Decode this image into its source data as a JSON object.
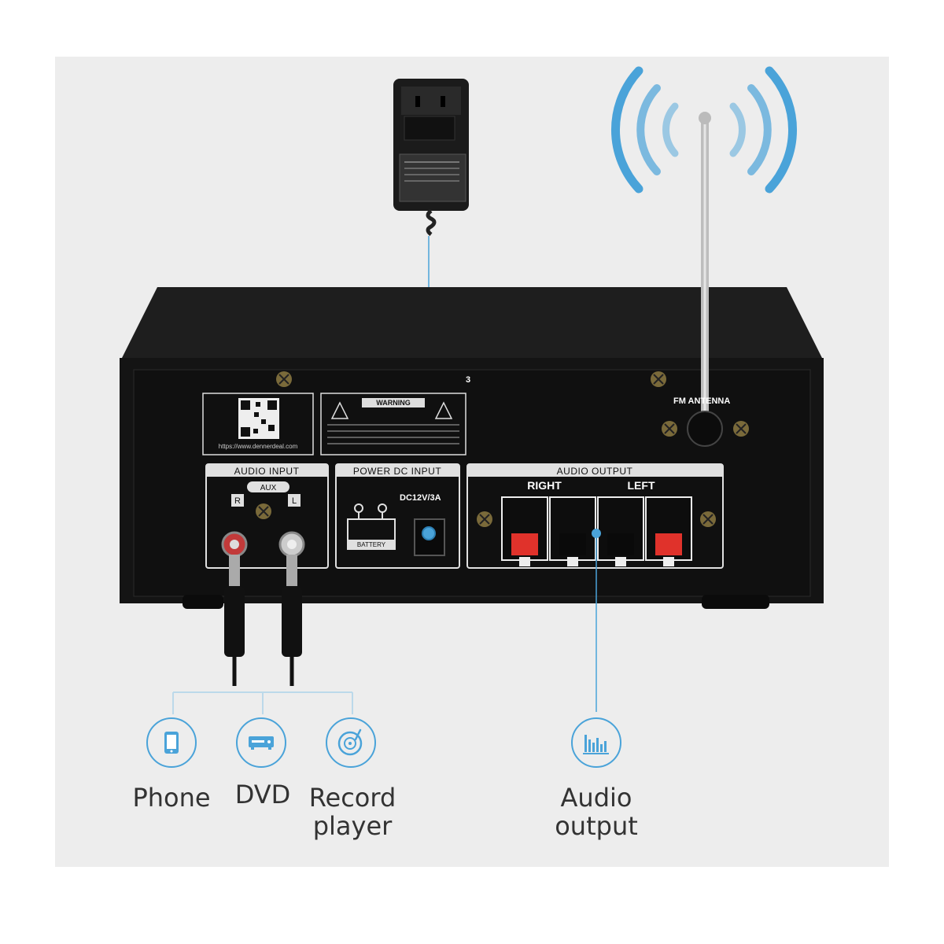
{
  "labels": {
    "fm_antenna": "FM ANTENNA",
    "warning": "WARNING",
    "audio_input": "AUDIO INPUT",
    "aux": "AUX",
    "r": "R",
    "l": "L",
    "power_dc_input": "POWER DC INPUT",
    "dc_rating": "DC12V/3A",
    "battery": "BATTERY",
    "audio_output": "AUDIO OUTPUT",
    "right": "RIGHT",
    "left": "LEFT",
    "website": "https://www.dennerdeal.com",
    "panel_number": "3"
  },
  "captions": {
    "phone": "Phone",
    "dvd": "DVD",
    "record_line1": "Record",
    "record_line2": "player",
    "audio_line1": "Audio",
    "audio_line2": "output"
  },
  "icons": [
    "phone-icon",
    "dvd-player-icon",
    "record-player-icon",
    "equalizer-icon",
    "wireless-signal-icon",
    "power-adapter-icon",
    "fm-antenna-icon"
  ],
  "colors": {
    "background": "#ededed",
    "chassis": "#151515",
    "accent_blue": "#4aa3d9",
    "terminal_red": "#e0322b"
  }
}
